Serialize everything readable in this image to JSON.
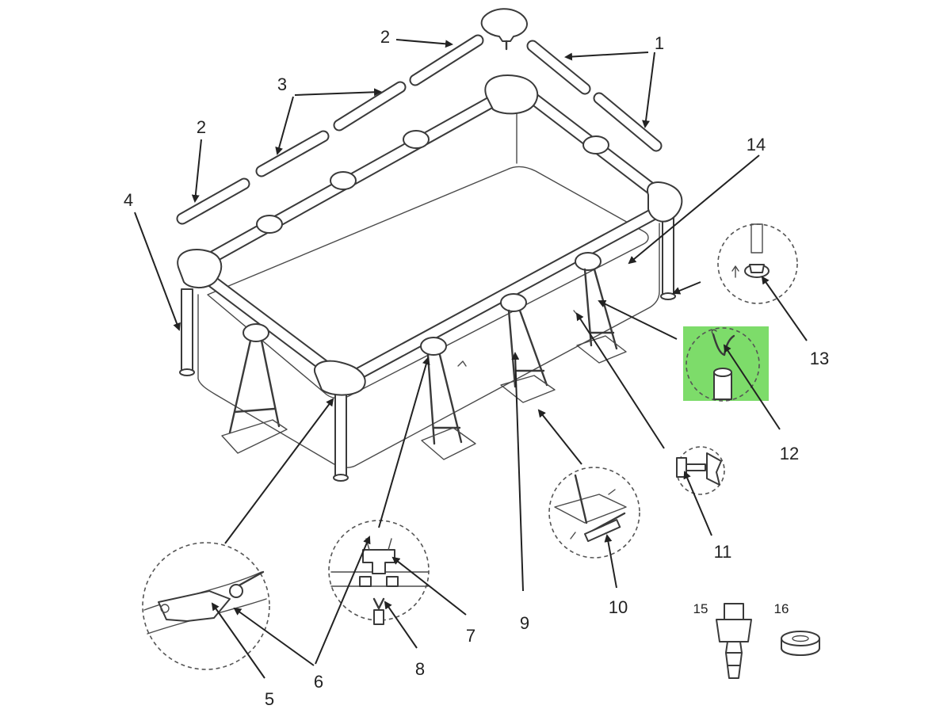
{
  "diagram": {
    "callouts": [
      {
        "id": "1",
        "label": "1"
      },
      {
        "id": "2a",
        "label": "2"
      },
      {
        "id": "2b",
        "label": "2"
      },
      {
        "id": "3",
        "label": "3"
      },
      {
        "id": "4",
        "label": "4"
      },
      {
        "id": "5",
        "label": "5"
      },
      {
        "id": "6",
        "label": "6"
      },
      {
        "id": "7",
        "label": "7"
      },
      {
        "id": "8",
        "label": "8"
      },
      {
        "id": "9",
        "label": "9"
      },
      {
        "id": "10",
        "label": "10"
      },
      {
        "id": "11",
        "label": "11"
      },
      {
        "id": "12",
        "label": "12"
      },
      {
        "id": "13",
        "label": "13"
      },
      {
        "id": "14",
        "label": "14"
      },
      {
        "id": "15",
        "label": "15"
      },
      {
        "id": "16",
        "label": "16"
      }
    ],
    "highlight_color": "#7ddc6a"
  }
}
